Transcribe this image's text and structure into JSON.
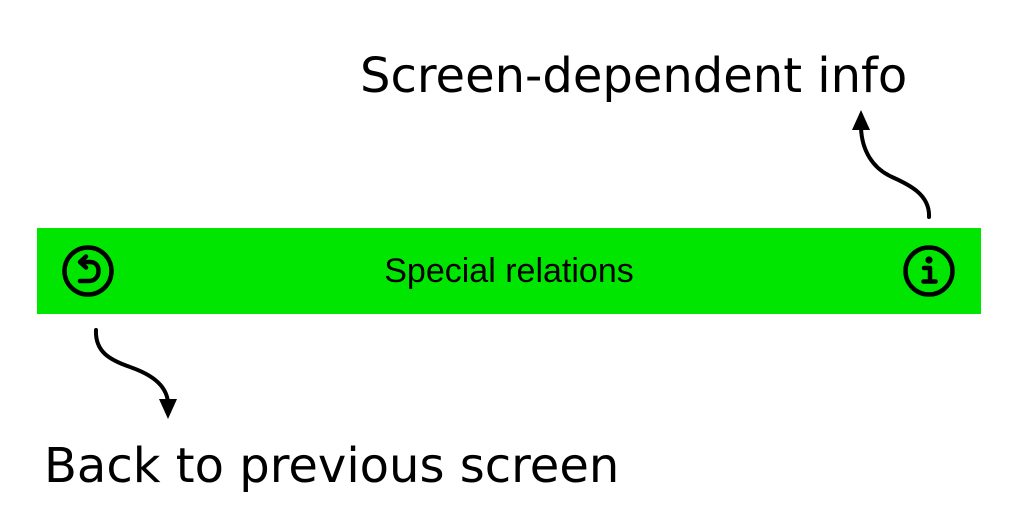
{
  "annotations": {
    "top": "Screen-dependent info",
    "bottom": "Back to previous screen"
  },
  "navbar": {
    "title": "Special relations",
    "background_color": "#00e600",
    "left_icon": "back-circle-icon",
    "right_icon": "info-circle-icon"
  }
}
